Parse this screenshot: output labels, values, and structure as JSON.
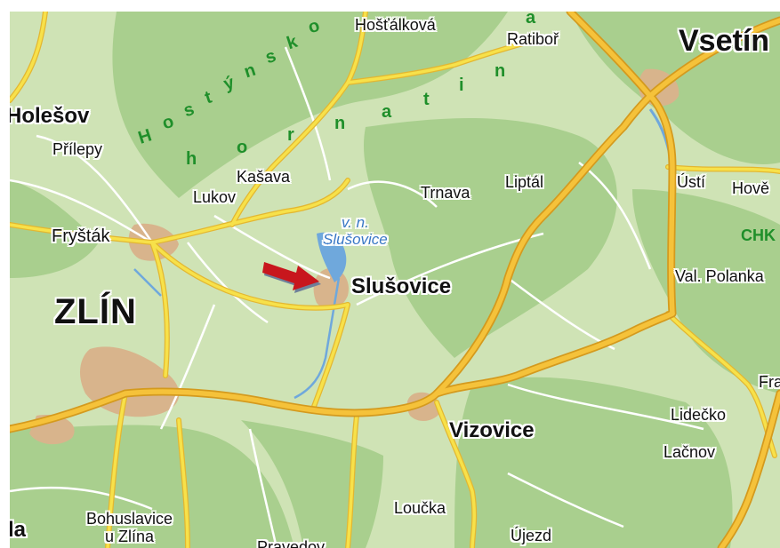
{
  "map": {
    "towns": {
      "zlin": "ZLÍN",
      "vsetin": "Vsetín",
      "slusovice": "Slušovice",
      "vizovice": "Vizovice",
      "holesov": "Holešov",
      "prilepy": "Přílepy",
      "frystak": "Fryšták",
      "lukov": "Lukov",
      "kasava": "Kašava",
      "hostalkova": "Hošťálková",
      "ratibor": "Ratiboř",
      "trnava": "Trnava",
      "liptal": "Liptál",
      "usti": "Ústí",
      "hove": "Hově",
      "val_polanka": "Val. Polanka",
      "lidecko": "Lidečko",
      "lacnov": "Lačnov",
      "loucka": "Loučka",
      "ujezd": "Újezd",
      "bohuslavice_1": "Bohuslavice",
      "bohuslavice_2": "u Zlína",
      "fra": "Fra",
      "la": "la",
      "pravedov": "Pravedov"
    },
    "region_label": "CHK",
    "water_label": [
      "v. n.",
      "Slušovice"
    ],
    "mountain_label": {
      "line1": [
        "H",
        "o",
        "s",
        "t",
        "ý",
        "n",
        "s",
        "k",
        "o"
      ],
      "line2": [
        "h",
        "o",
        "r",
        "n",
        "a",
        "t",
        "i",
        "n",
        "a"
      ]
    },
    "colors": {
      "land": "#cfe3b5",
      "forest": "#a9cf8e",
      "road_major": "#f2b52b",
      "road_secondary": "#f7e14a",
      "road_minor": "#ffffff",
      "water": "#6fa8dc",
      "urban": "#d8b48c",
      "marker_arrow": "#c8161d"
    },
    "marker": "red-arrow-icon"
  }
}
